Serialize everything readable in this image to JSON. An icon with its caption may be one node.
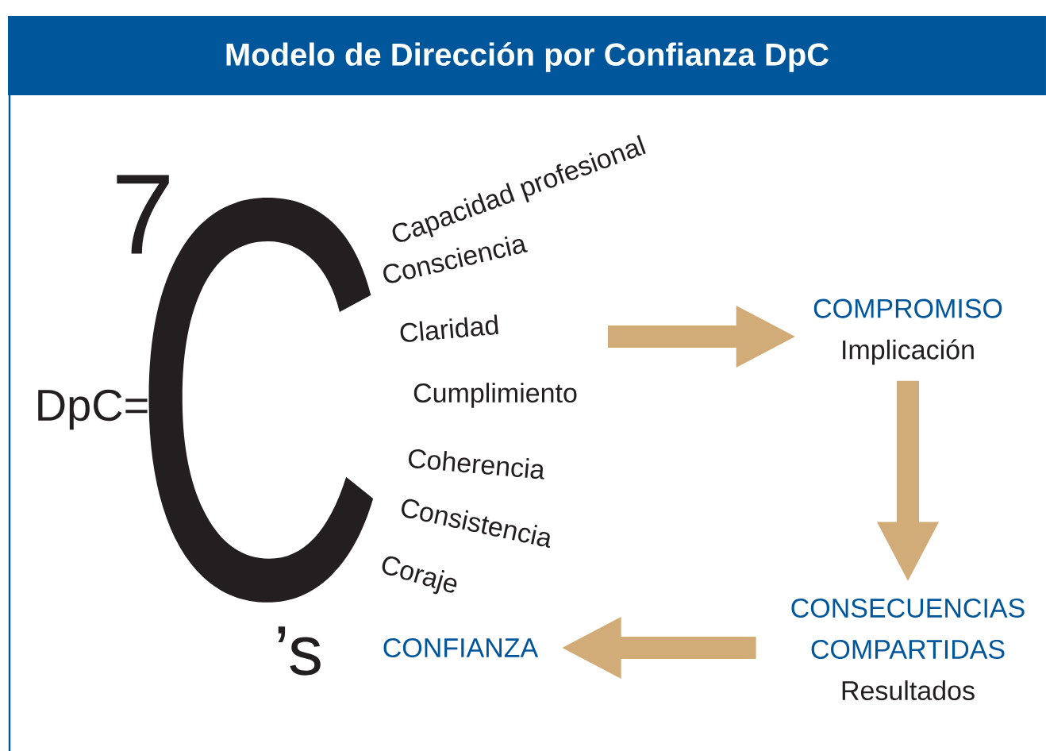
{
  "diagram": {
    "title": "Modelo de Dirección por Confianza DpC",
    "nodes": [
      {
        "text": [
          "COMPROMISO",
          "Implicación"
        ]
      },
      {
        "text": [
          "CONSECUENCIAS COMPARTIDAS",
          "Resultados"
        ]
      },
      {
        "text": [
          "CONFIANZA"
        ]
      }
    ],
    "edges": [
      {
        "from": null,
        "to": 0,
        "arrow": "to"
      },
      {
        "from": 0,
        "to": 1,
        "arrow": "to"
      },
      {
        "from": 1,
        "to": 2,
        "arrow": "to"
      }
    ],
    "labels": [
      "7",
      "DpC=",
      "C",
      "’s",
      "Capacidad profesional",
      "Consciencia",
      "Claridad",
      "Cumplimiento",
      "Coherencia",
      "Consistencia",
      "Coraje"
    ]
  }
}
